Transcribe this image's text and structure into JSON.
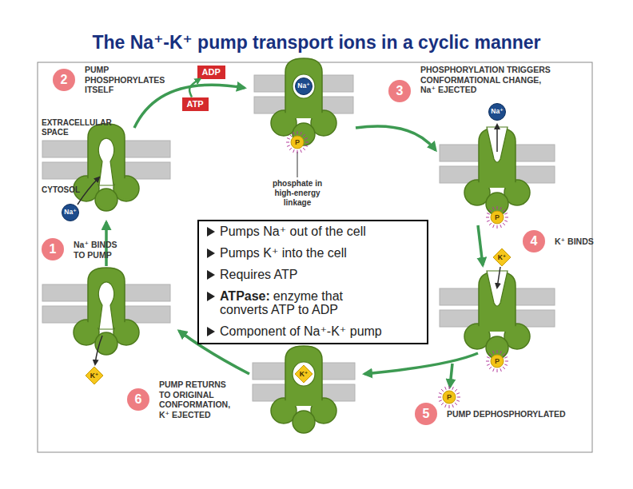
{
  "diagram": {
    "title": "The Na⁺-K⁺ pump transport ions in a cyclic manner",
    "nodes": [
      {
        "text": [
          "2",
          "PUMP PHOSPHORYLATES ITSELF"
        ]
      },
      {
        "text": [
          "ADP"
        ]
      },
      {
        "text": [
          "ATP"
        ]
      },
      {
        "text": [
          "Na⁺"
        ]
      },
      {
        "text": [
          "3",
          "PHOSPHORYLATION TRIGGERS CONFORMATIONAL CHANGE, Na⁺ EJECTED"
        ]
      },
      {
        "text": [
          "Na⁺"
        ]
      },
      {
        "text": [
          "P"
        ]
      },
      {
        "text": [
          "P"
        ]
      },
      {
        "text": [
          "Na⁺"
        ]
      },
      {
        "text": [
          "Pumps Na⁺ out of the cell",
          "Pumps K⁺ into the cell",
          "Requires ATP",
          "ATPase:",
          "enzyme that converts ATP to ADP",
          "Component of Na⁺-K⁺ pump"
        ]
      },
      {
        "text": [
          "4",
          "K⁺ BINDS"
        ]
      },
      {
        "text": [
          "1",
          "Na⁺ BINDS TO PUMP"
        ]
      },
      {
        "text": [
          "K⁺"
        ]
      },
      {
        "text": [
          "K⁺"
        ]
      },
      {
        "text": [
          "6",
          "PUMP RETURNS TO ORIGINAL CONFORMATION, K⁺ EJECTED"
        ]
      },
      {
        "text": [
          "K⁺"
        ]
      },
      {
        "text": [
          "P"
        ]
      },
      {
        "text": [
          "P"
        ]
      },
      {
        "text": [
          "5",
          "PUMP DEPHOSPHORYLATED"
        ]
      }
    ],
    "edges": [
      {
        "from": 2,
        "to": 1,
        "arrow": "to"
      }
    ],
    "labels": [
      "EXTRACELLULAR SPACE",
      "CYTOSOL",
      "phosphate in high-energy linkage"
    ]
  }
}
